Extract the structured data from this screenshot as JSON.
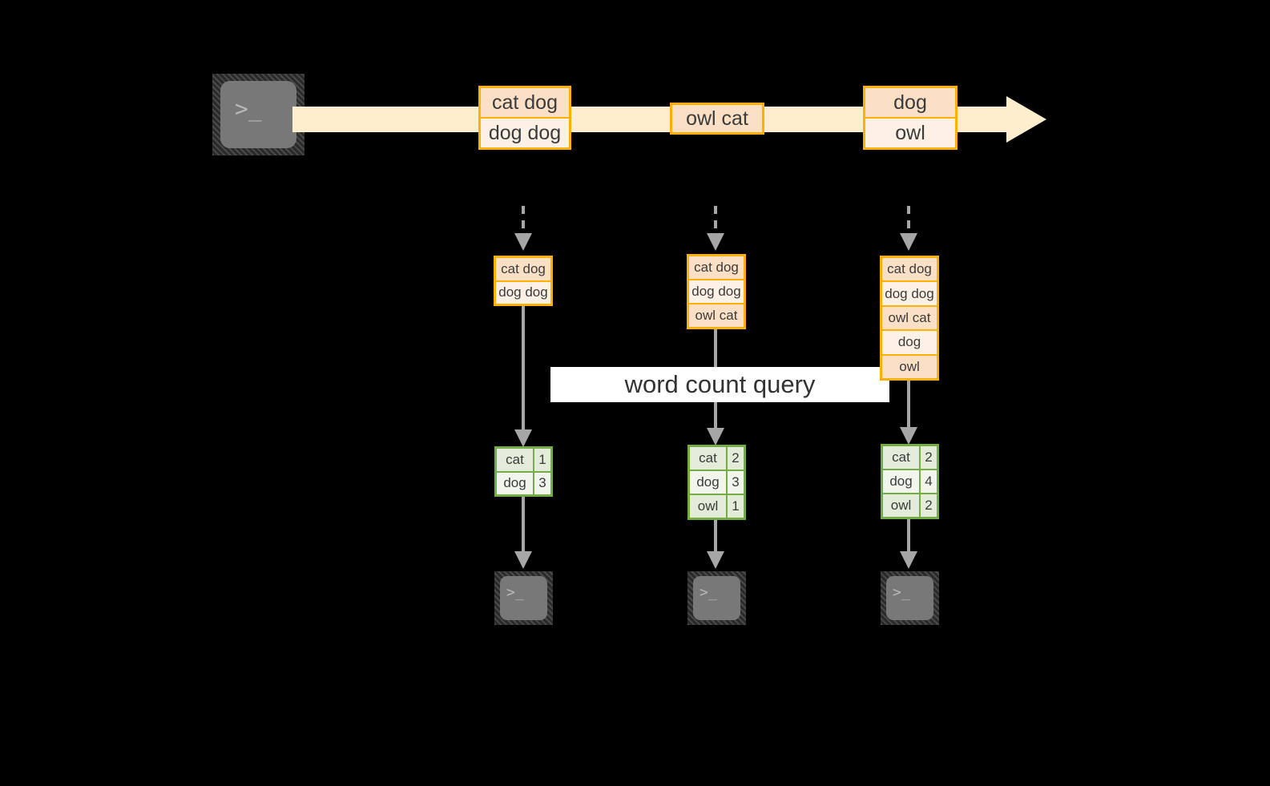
{
  "diagram": {
    "title_label": "word count query",
    "colors": {
      "stream_band": "#ffeece",
      "record_border": "#ffb000",
      "record_fill_dark": "#fbe0c6",
      "record_fill_light": "#fdf1e5",
      "result_border": "#74ad45",
      "result_fill_dark": "#e3ecd9",
      "result_fill_light": "#f1f5ec",
      "arrow_gray": "#a6a6a6",
      "terminal_fill": "#787878",
      "background": "#000000"
    },
    "source_terminal": {
      "icon": "terminal-prompt-icon",
      "glyph": ">_"
    },
    "stream": {
      "icon": "right-arrow-stream",
      "batches": [
        {
          "name": "batch-1",
          "lines": [
            "cat dog",
            "dog dog"
          ]
        },
        {
          "name": "batch-2",
          "lines": [
            "owl cat"
          ]
        },
        {
          "name": "batch-3",
          "lines": [
            "dog",
            "owl"
          ]
        }
      ]
    },
    "columns": [
      {
        "name": "micro-batch-1",
        "accumulated": [
          "cat dog",
          "dog dog"
        ],
        "result": {
          "rows": [
            {
              "word": "cat",
              "count": "1"
            },
            {
              "word": "dog",
              "count": "3"
            }
          ]
        },
        "sink_terminal": {
          "icon": "terminal-prompt-icon",
          "glyph": ">_"
        }
      },
      {
        "name": "micro-batch-2",
        "accumulated": [
          "cat dog",
          "dog dog",
          "owl cat"
        ],
        "result": {
          "rows": [
            {
              "word": "cat",
              "count": "2"
            },
            {
              "word": "dog",
              "count": "3"
            },
            {
              "word": "owl",
              "count": "1"
            }
          ]
        },
        "sink_terminal": {
          "icon": "terminal-prompt-icon",
          "glyph": ">_"
        }
      },
      {
        "name": "micro-batch-3",
        "accumulated": [
          "cat dog",
          "dog dog",
          "owl cat",
          "dog",
          "owl"
        ],
        "result": {
          "rows": [
            {
              "word": "cat",
              "count": "2"
            },
            {
              "word": "dog",
              "count": "4"
            },
            {
              "word": "owl",
              "count": "2"
            }
          ]
        },
        "sink_terminal": {
          "icon": "terminal-prompt-icon",
          "glyph": ">_"
        }
      }
    ]
  }
}
